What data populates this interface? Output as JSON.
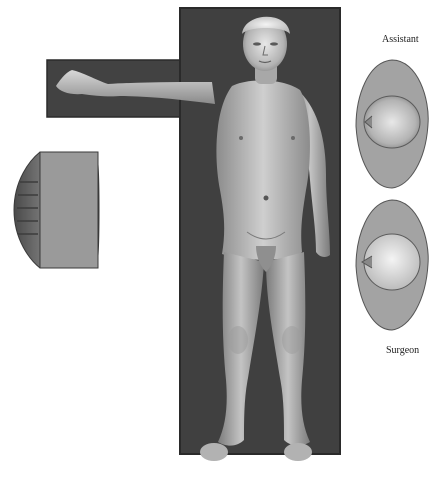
{
  "labels": {
    "assistant": "Assistant",
    "surgeon": "Surgeon"
  },
  "colors": {
    "table": "#3f3f3f",
    "table_edge": "#2a2a2a",
    "skin_light": "#c9c9c9",
    "skin_mid": "#a4a4a4",
    "skin_dark": "#6e6e6e",
    "monitor_face": "#8a8a8a",
    "monitor_back": "#5e5e5e",
    "head_light": "#e2e2e2"
  },
  "elements": {
    "operating_table": "operating-table",
    "arm_board": "arm-board",
    "patient": "supine-patient",
    "monitor": "monitor",
    "assistant_head": "assistant-head-top-view",
    "surgeon_head": "surgeon-head-top-view"
  }
}
